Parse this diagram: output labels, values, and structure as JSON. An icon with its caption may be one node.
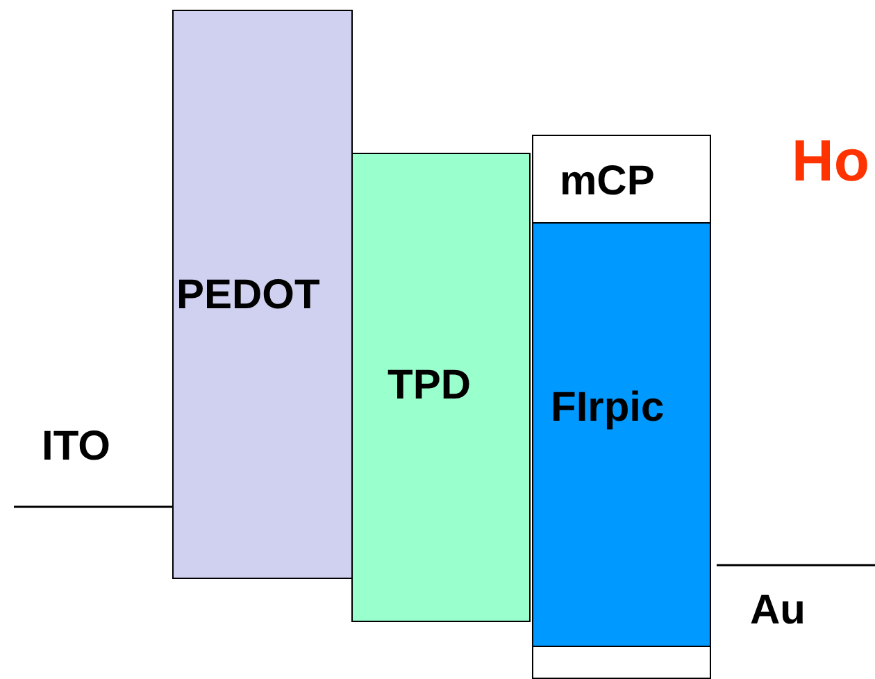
{
  "diagram": {
    "nodes": [
      {
        "text": [
          "PEDOT"
        ]
      },
      {
        "text": [
          "TPD"
        ]
      },
      {
        "text": [
          "mCP"
        ]
      },
      {
        "text": [
          "FIrpic"
        ],
        "in": 2
      }
    ],
    "edges": [],
    "labels": [
      "Ho",
      "ITO",
      "Au"
    ]
  }
}
